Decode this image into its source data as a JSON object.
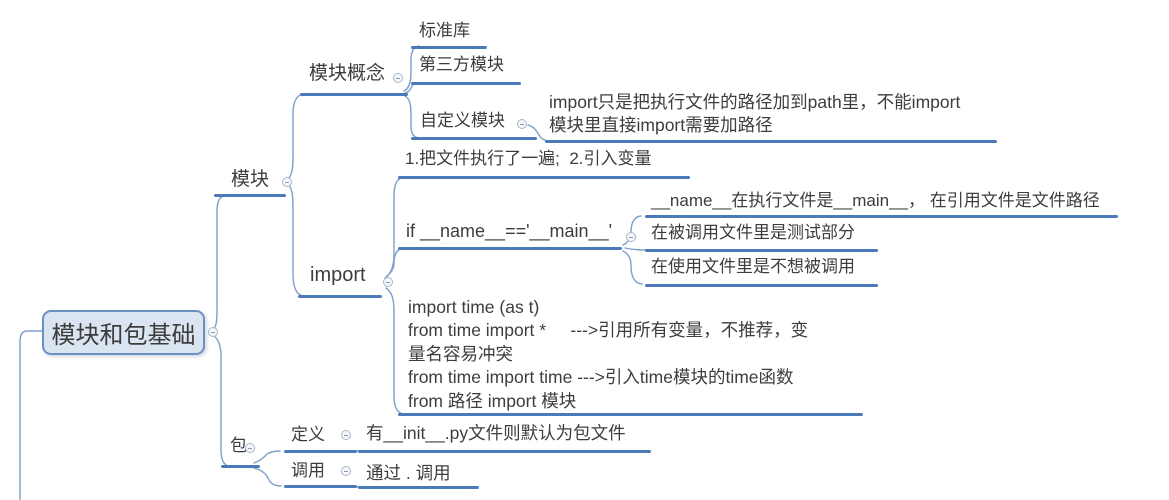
{
  "mindmap": {
    "root": {
      "label": "模块和包基础"
    },
    "module": {
      "label": "模块"
    },
    "module_concept": {
      "label": "模块概念"
    },
    "standard_library": {
      "label": "标准库"
    },
    "third_party": {
      "label": "第三方模块"
    },
    "custom_module": {
      "label": "自定义模块"
    },
    "custom_module_note": {
      "label": "import只是把执行文件的路径加到path里，不能import\n模块里直接import需要加路径"
    },
    "import_topic": {
      "label": "import"
    },
    "import_effect": {
      "label": "1.把文件执行了一遍;  2.引入变量"
    },
    "if_main": {
      "label": "if __name__=='__main__'"
    },
    "if_main_exec": {
      "label": "__name__在执行文件是__main__， 在引用文件是文件路径"
    },
    "if_main_called": {
      "label": "在被调用文件里是测试部分"
    },
    "if_main_using": {
      "label": "在使用文件里是不想被调用"
    },
    "import_usage": {
      "label": "import time (as t)\nfrom time import *     --->引用所有变量，不推荐，变\n量名容易冲突\nfrom time import time --->引入time模块的time函数\nfrom 路径 import 模块"
    },
    "package": {
      "label": "包"
    },
    "definition": {
      "label": "定义"
    },
    "definition_note": {
      "label": "有__init__.py文件则默认为包文件"
    },
    "call": {
      "label": "调用"
    },
    "call_note": {
      "label": "通过 . 调用"
    }
  },
  "colors": {
    "connector_line": "#7f9fc9",
    "underline": "#4a7ab8",
    "root_fill": "#dbe5f1",
    "root_border": "#6992c2",
    "text": "#3d3d3d"
  },
  "icons": {
    "collapse": "minus-circle"
  }
}
